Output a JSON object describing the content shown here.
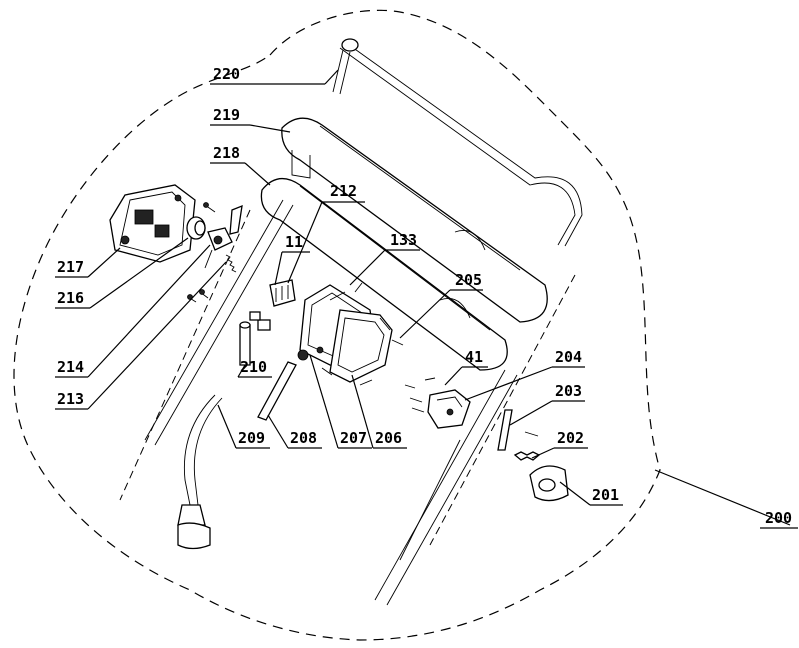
{
  "callouts": {
    "c220": "220",
    "c219": "219",
    "c218": "218",
    "c212": "212",
    "c11": "11",
    "c133": "133",
    "c205": "205",
    "c217": "217",
    "c216": "216",
    "c214": "214",
    "c213": "213",
    "c210": "210",
    "c209": "209",
    "c208": "208",
    "c207": "207",
    "c206": "206",
    "c41": "41",
    "c204": "204",
    "c203": "203",
    "c202": "202",
    "c201": "201",
    "c200": "200"
  }
}
